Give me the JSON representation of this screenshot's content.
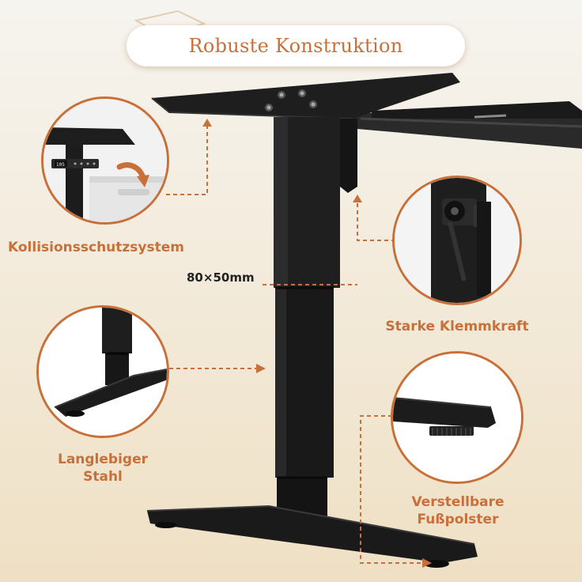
{
  "title": "Robuste Konstruktion",
  "dimension": "80×50mm",
  "features": {
    "collision": "Kollisionsschutzsystem",
    "clamp": "Starke Klemmkraft",
    "steel_line1": "Langlebiger",
    "steel_line2": "Stahl",
    "pads_line1": "Verstellbare",
    "pads_line2": "Fußpolster"
  },
  "control_panel": {
    "display": "105"
  },
  "colors": {
    "accent": "#c8703a",
    "frame": "#1c1c1c",
    "background": "#f3ebdc"
  }
}
